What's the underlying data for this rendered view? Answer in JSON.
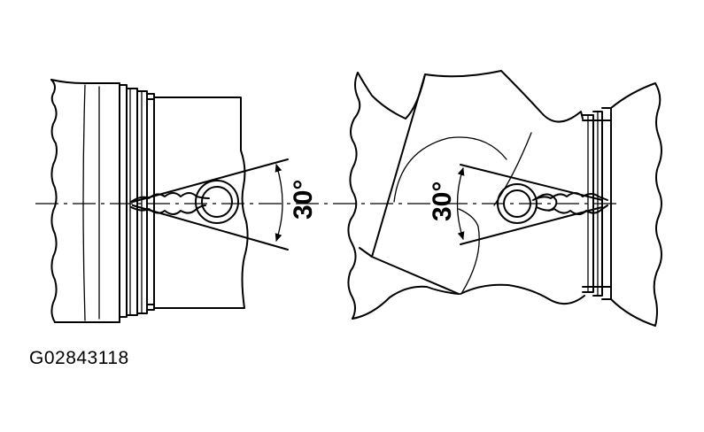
{
  "angle_left": "30°",
  "angle_right": "30°",
  "figure_code": "G02843118"
}
